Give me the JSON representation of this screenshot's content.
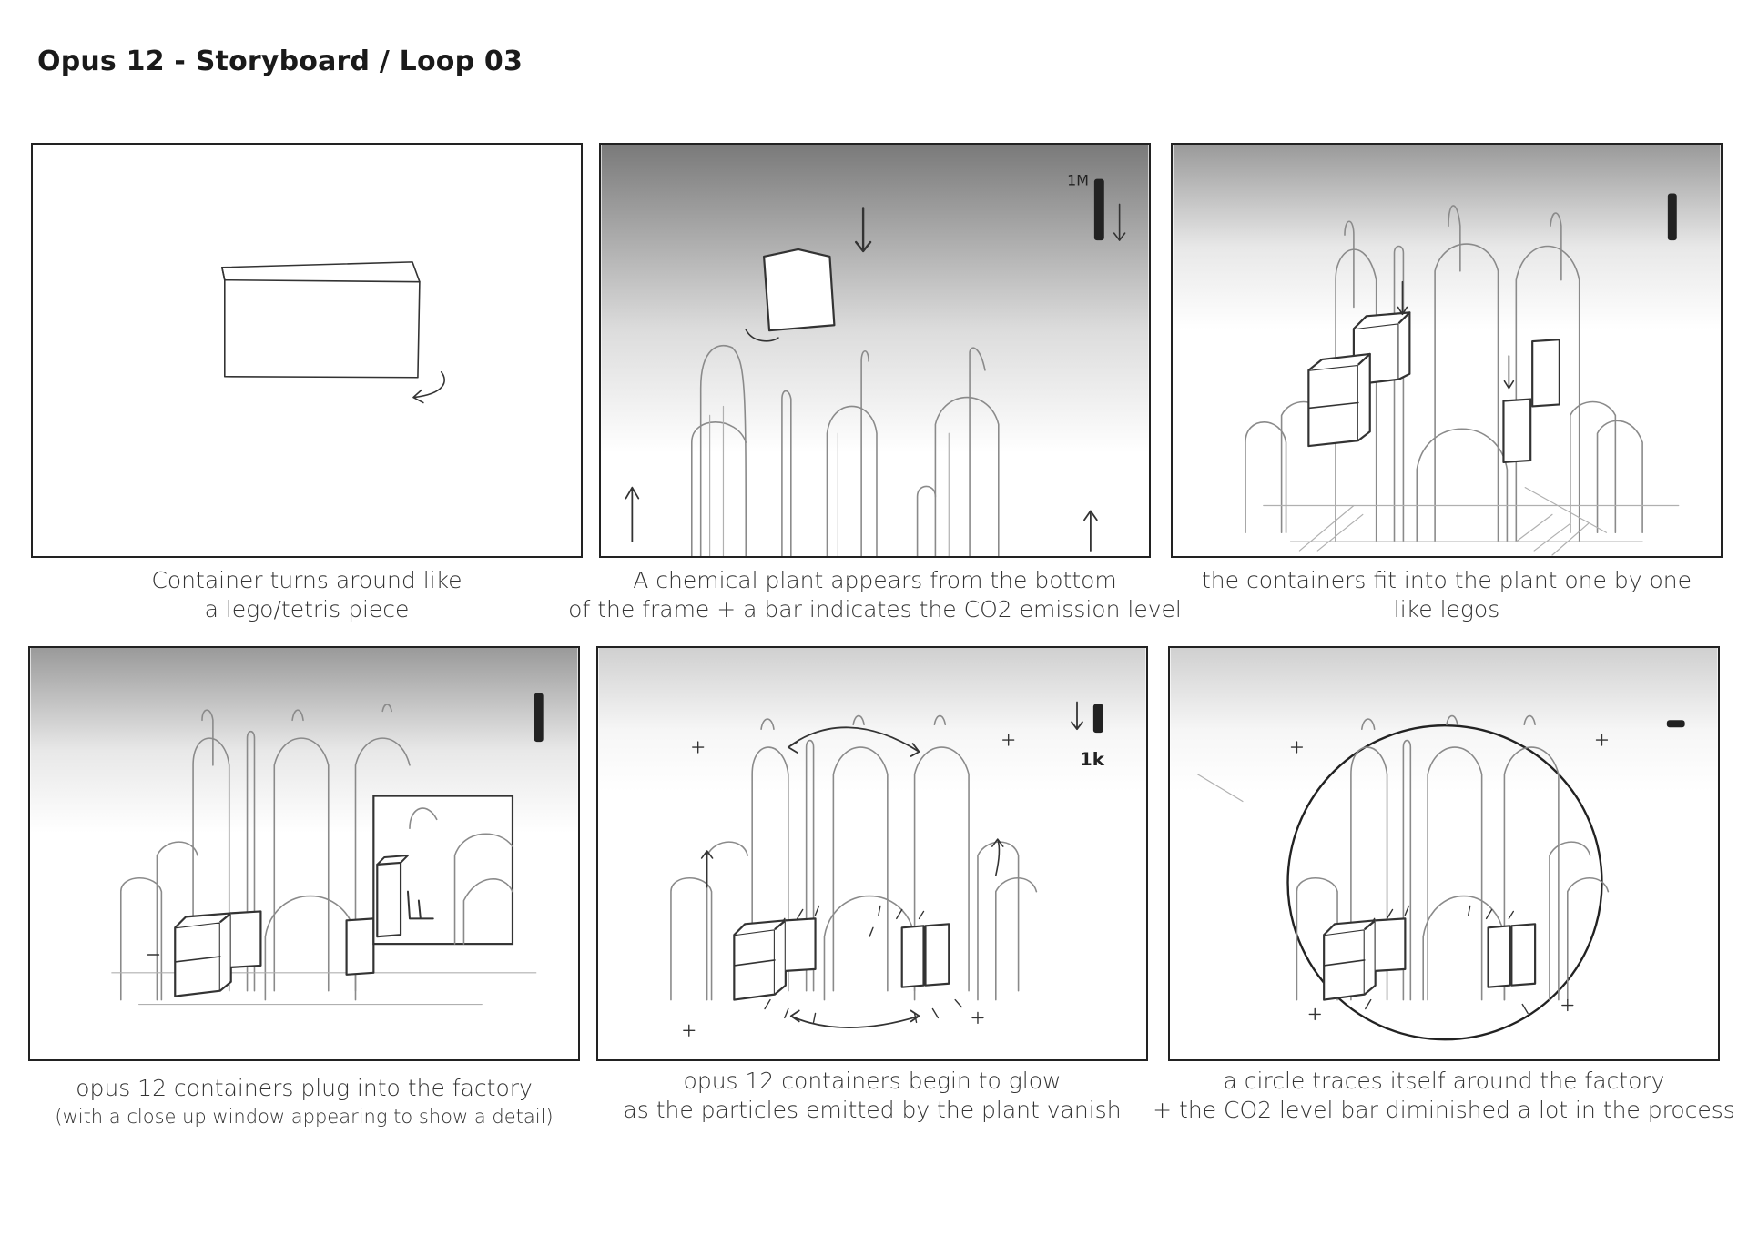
{
  "title": "Opus 12 - Storyboard / Loop 03",
  "panels": [
    {
      "caption_line1": "Container turns around like",
      "caption_line2": "a lego/tetris piece"
    },
    {
      "caption_line1": "A chemical plant appears from the bottom",
      "caption_line2": "of the frame + a bar indicates the CO2 emission level",
      "level_label": "1M"
    },
    {
      "caption_line1": "the containers fit into the plant one by one",
      "caption_line2": "like legos"
    },
    {
      "caption_line1": "opus 12 containers plug into the factory",
      "caption_line2": "(with a close up window appearing to show a detail)"
    },
    {
      "caption_line1": "opus 12 containers begin to glow",
      "caption_line2": "as the particles emitted by the plant vanish",
      "level_label": "1k"
    },
    {
      "caption_line1": "a circle traces itself around the factory",
      "caption_line2": "+ the CO2 level bar diminished a lot in the process"
    }
  ]
}
